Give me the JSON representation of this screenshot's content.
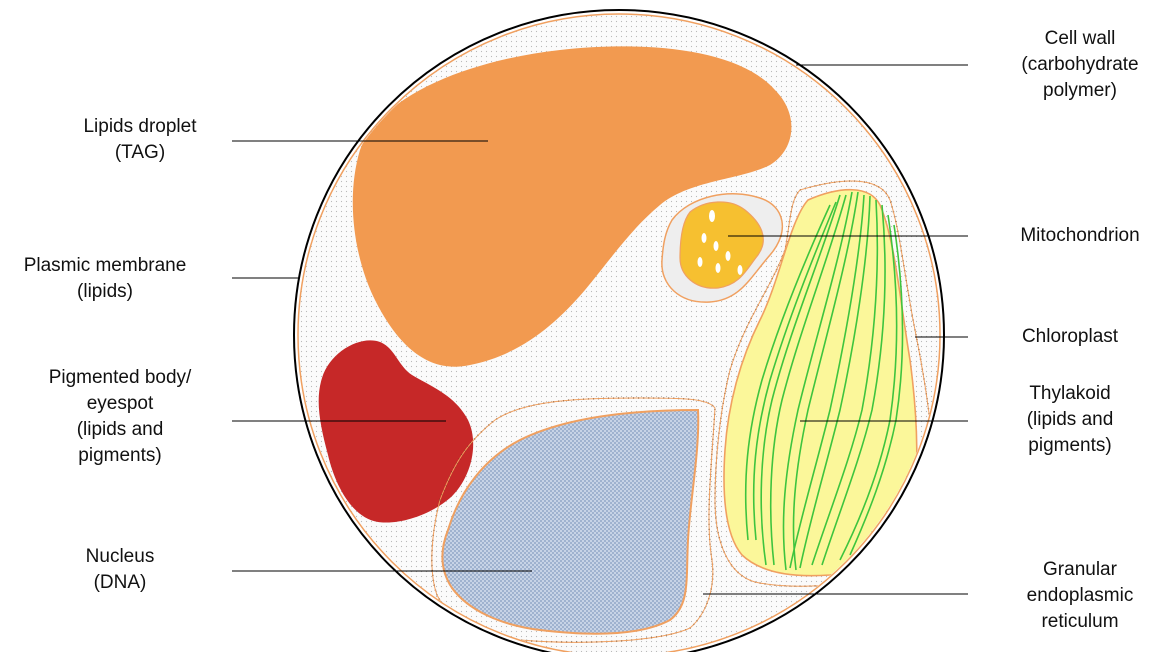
{
  "labels": {
    "lipids_droplet": [
      "Lipids droplet",
      "(TAG)"
    ],
    "plasmic_membrane": [
      "Plasmic membrane",
      "(lipids)"
    ],
    "pigmented_body": [
      "Pigmented body/",
      "eyespot",
      "(lipids and",
      "pigments)"
    ],
    "nucleus": [
      "Nucleus",
      "(DNA)"
    ],
    "cell_wall": [
      "Cell wall",
      "(carbohydrate",
      "polymer)"
    ],
    "mitochondrion": [
      "Mitochondrion"
    ],
    "chloroplast": [
      "Chloroplast"
    ],
    "thylakoid": [
      "Thylakoid",
      "(lipids and",
      "pigments)"
    ],
    "granular_er": [
      "Granular",
      "endoplasmic",
      "reticulum"
    ]
  },
  "colors": {
    "cell_wall_line": "#000000",
    "membrane_orange": "#f0a060",
    "cytoplasm": "#f7f7f7",
    "lipid_droplet": "#f29a50",
    "pigmented_body": "#c62828",
    "nucleus": "#b6c4dc",
    "mitochondrion_outer": "#efefef",
    "mitochondrion_inner": "#f6c030",
    "chloroplast": "#fbf79a",
    "thylakoid": "#3ec43e",
    "leader_line": "#000000"
  }
}
